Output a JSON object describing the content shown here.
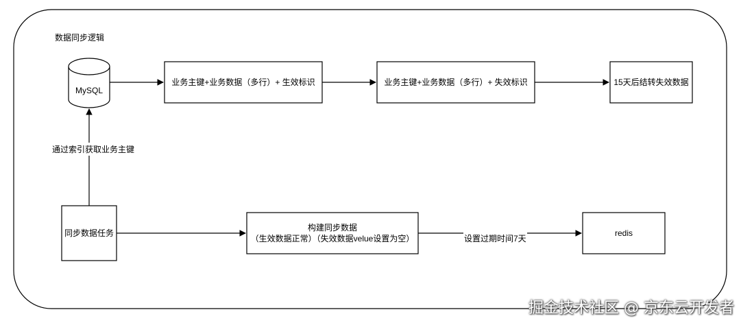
{
  "title": "数据同步逻辑",
  "nodes": {
    "mysql": "MySQL",
    "valid_record": "业务主键+业务数据（多行）+ 生效标识",
    "invalid_record": "业务主键+业务数据（多行）+ 失效标识",
    "expire": "15天后结转失效数据",
    "sync_task": "同步数据任务",
    "build_line1": "构建同步数据",
    "build_line2": "（生效数据正常）（失效数据velue设置为空）",
    "redis": "redis"
  },
  "edges": {
    "index_label": "通过索引获取业务主键",
    "expire_label": "设置过期时间7天"
  },
  "watermark": "掘金技术社区 @ 京东云开发者"
}
